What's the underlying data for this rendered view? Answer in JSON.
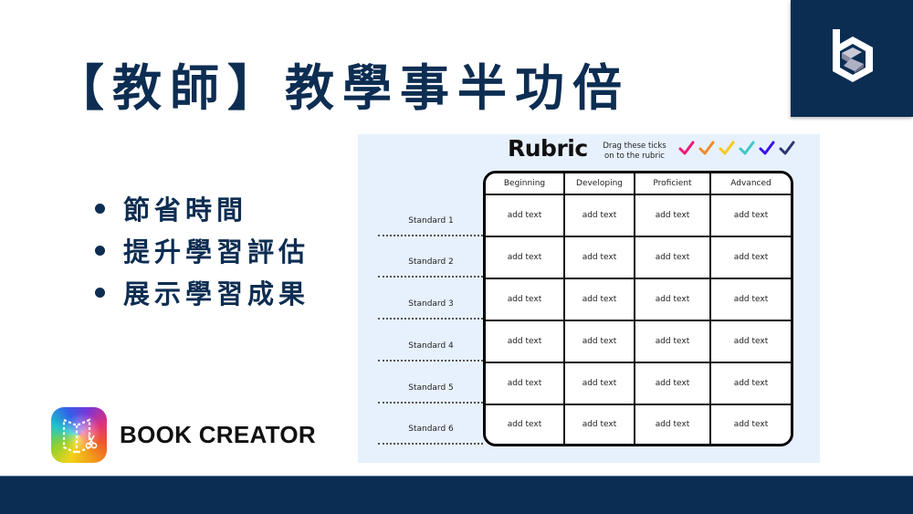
{
  "slide": {
    "title": "【教師】教學事半功倍",
    "bullets": [
      {
        "text": "節省時間"
      },
      {
        "text": "提升學習評估"
      },
      {
        "text": "展示學習成果"
      }
    ],
    "brand": {
      "name": "BOOK CREATOR",
      "icon": "book-creator-app-icon"
    },
    "corner_logo": {
      "icon": "hexagon-b-logo-icon"
    },
    "colors": {
      "navy": "#0d2d52",
      "panel_bg": "#e7f1fd"
    }
  },
  "rubric": {
    "title": "Rubric",
    "hint": "Drag these ticks on to the rubric",
    "ticks": [
      {
        "name": "pink",
        "color": "#f0187a"
      },
      {
        "name": "orange",
        "color": "#f08a2a"
      },
      {
        "name": "yellow",
        "color": "#f8c81c"
      },
      {
        "name": "teal",
        "color": "#3cc8c8"
      },
      {
        "name": "blue",
        "color": "#3a10e8"
      },
      {
        "name": "navy",
        "color": "#2a3570"
      }
    ],
    "columns": [
      "Beginning",
      "Developing",
      "Proficient",
      "Advanced"
    ],
    "standards": [
      "Standard 1",
      "Standard 2",
      "Standard 3",
      "Standard 4",
      "Standard 5",
      "Standard 6"
    ],
    "rows": [
      [
        "add text",
        "add text",
        "add text",
        "add text"
      ],
      [
        "add text",
        "add text",
        "add text",
        "add text"
      ],
      [
        "add text",
        "add text",
        "add text",
        "add text"
      ],
      [
        "add text",
        "add text",
        "add text",
        "add text"
      ],
      [
        "add text",
        "add text",
        "add text",
        "add text"
      ],
      [
        "add text",
        "add text",
        "add text",
        "add text"
      ]
    ]
  }
}
